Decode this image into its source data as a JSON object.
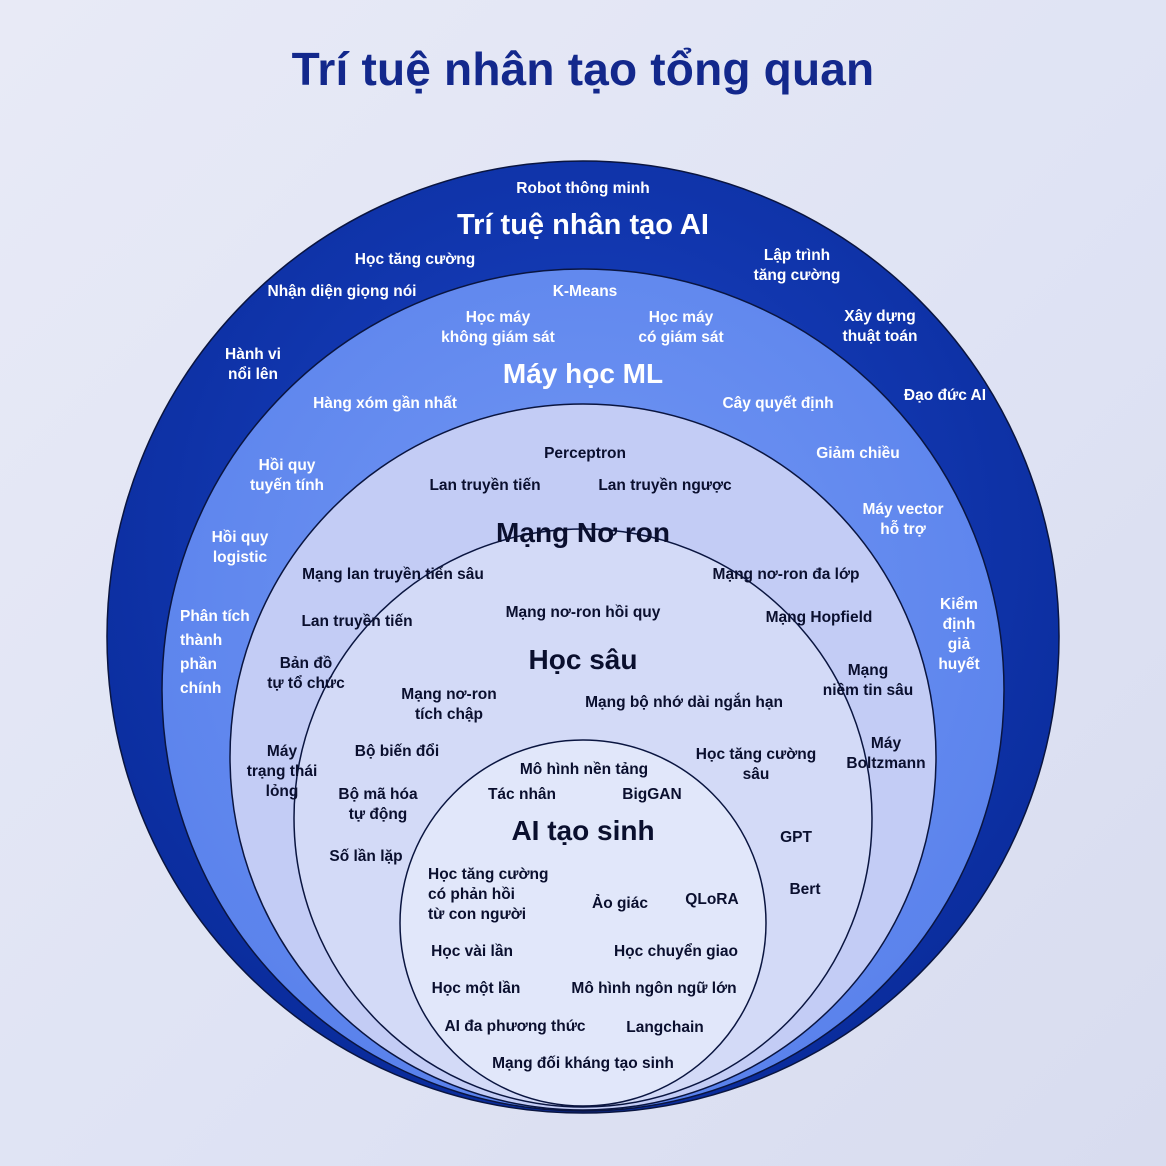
{
  "title": "Trí tuệ nhân tạo tổng quan",
  "colors": {
    "title": "#13288c",
    "ring_ai": "#0b2d9e",
    "ring_ml": "#5f86ee",
    "ring_nn": "#c3ccf5",
    "ring_dl": "#d3daf7",
    "ring_gen": "#e1e7fa",
    "ring_stroke": "#0a1540"
  },
  "rings": {
    "ai": {
      "title": "Trí tuệ nhân tạo AI",
      "labels": [
        "Robot thông minh",
        "Học tăng cường",
        "Nhận diện giọng nói",
        "Lập trình\ntăng cường",
        "Xây dựng\nthuật toán",
        "Hành vi\nnổi lên",
        "Đạo đức AI"
      ]
    },
    "ml": {
      "title": "Máy học ML",
      "labels": [
        "K-Means",
        "Học máy\nkhông giám sát",
        "Học máy\ncó giám sát",
        "Hàng xóm gần nhất",
        "Cây quyết định",
        "Hồi quy\ntuyến tính",
        "Giảm chiều",
        "Máy vector\nhỗ trợ",
        "Hồi quy\nlogistic",
        "Phân tích\nthành\nphần\nchính",
        "Kiểm\nđịnh\ngiả\nhuyết"
      ]
    },
    "nn": {
      "title": "Mạng Nơ ron",
      "labels": [
        "Perceptron",
        "Lan truyền tiến",
        "Lan truyền ngược",
        "Mạng lan truyền tiến sâu",
        "Mạng nơ-ron đa lớp",
        "Lan truyền tiến",
        "Mạng Hopfield",
        "Bản đồ\ntự tổ chức",
        "Mạng\nniềm tin sâu",
        "Máy\ntrạng thái\nlỏng",
        "Máy\nBoltzmann"
      ]
    },
    "dl": {
      "title": "Học sâu",
      "labels": [
        "Mạng nơ-ron hồi quy",
        "Mạng nơ-ron\ntích chập",
        "Mạng bộ nhớ dài ngắn hạn",
        "Bộ biến đổi",
        "Học tăng cường\nsâu",
        "Bộ mã hóa\ntự động",
        "GPT",
        "Số lần lặp",
        "Bert"
      ]
    },
    "gen": {
      "title": "AI tạo sinh",
      "labels": [
        "Mô hình nền tảng",
        "Tác nhân",
        "BigGAN",
        "Học tăng cường\ncó phản hồi\ntừ con người",
        "Ảo giác",
        "QLoRA",
        "Học vài lần",
        "Học chuyển giao",
        "Học một lần",
        "Mô hình ngôn ngữ lớn",
        "AI đa phương thức",
        "Langchain",
        "Mạng đối kháng tạo sinh"
      ]
    }
  }
}
